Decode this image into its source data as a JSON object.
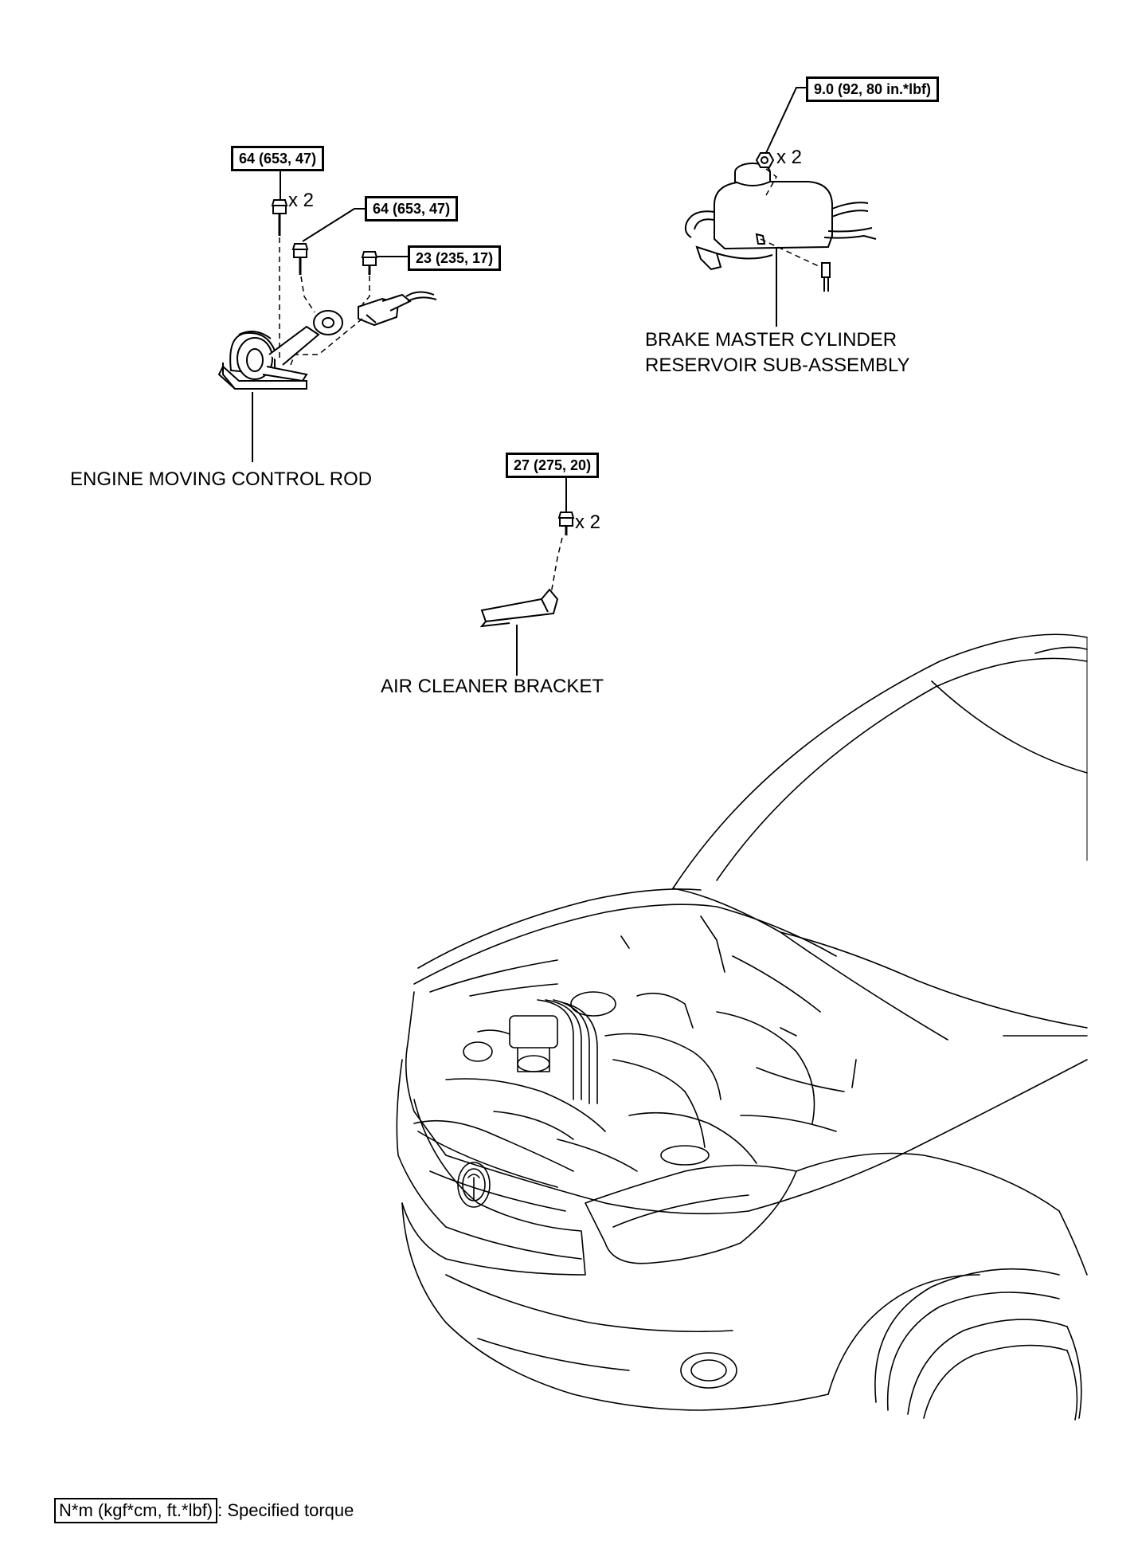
{
  "torques": {
    "emcr_bolt_a": "64 (653, 47)",
    "emcr_bolt_b": "64 (653, 47)",
    "emcr_bolt_c": "23 (235, 17)",
    "reservoir_nut": "9.0 (92, 80 in.*lbf)",
    "air_cleaner_bolt": "27 (275, 20)"
  },
  "quantities": {
    "emcr_bolt_a": "x 2",
    "reservoir_nut": "x 2",
    "air_cleaner_bolt": "x 2"
  },
  "parts": {
    "engine_moving_control_rod": "ENGINE MOVING CONTROL ROD",
    "brake_reservoir_line1": "BRAKE MASTER CYLINDER",
    "brake_reservoir_line2": "RESERVOIR SUB-ASSEMBLY",
    "air_cleaner_bracket": "AIR CLEANER BRACKET"
  },
  "legend": {
    "units": "N*m (kgf*cm, ft.*lbf)",
    "description": ": Specified torque"
  }
}
